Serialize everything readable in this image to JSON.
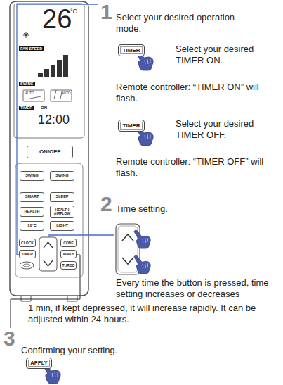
{
  "diagram": {
    "nodes": [
      {
        "text": [
          "ON/OFF"
        ]
      },
      {
        "text": [
          "SWING"
        ]
      },
      {
        "text": [
          "SWING"
        ]
      },
      {
        "text": [
          "SMART"
        ]
      },
      {
        "text": [
          "SLEEP"
        ]
      },
      {
        "text": [
          "HEALTH"
        ]
      },
      {
        "text": [
          "HEALTH AIRFLOW"
        ]
      },
      {
        "text": [
          "10°C"
        ]
      },
      {
        "text": [
          "LIGHT"
        ]
      },
      {
        "text": [
          "CLOCK"
        ]
      },
      {
        "text": [
          "CODE"
        ]
      },
      {
        "text": [
          "TIMER"
        ]
      },
      {
        "text": [
          "APPLY"
        ]
      },
      {
        "text": [
          "TURBO"
        ]
      },
      {
        "text": [
          "TIMER"
        ]
      },
      {
        "text": [
          "TIMER"
        ]
      },
      {
        "text": [
          "APPLY"
        ]
      }
    ],
    "labels": [
      "26",
      "°C",
      "FAN SPEED",
      "SWING",
      "AUTO",
      "AUTO",
      "TIMER",
      "ON",
      "12:00",
      "1",
      "Select your desired operation mode.",
      "Select your desired TIMER ON.",
      "Remote controller: “TIMER ON” will flash.",
      "Select your desired TIMER OFF.",
      "Remote controller: “TIMER OFF” will flash.",
      "2",
      "Time setting.",
      "Every time the button is pressed, time setting increases or decreases",
      "1 min, if kept depressed, it will increase rapidly. It can be adjusted within 24 hours.",
      "3",
      "Confirming your setting."
    ]
  }
}
